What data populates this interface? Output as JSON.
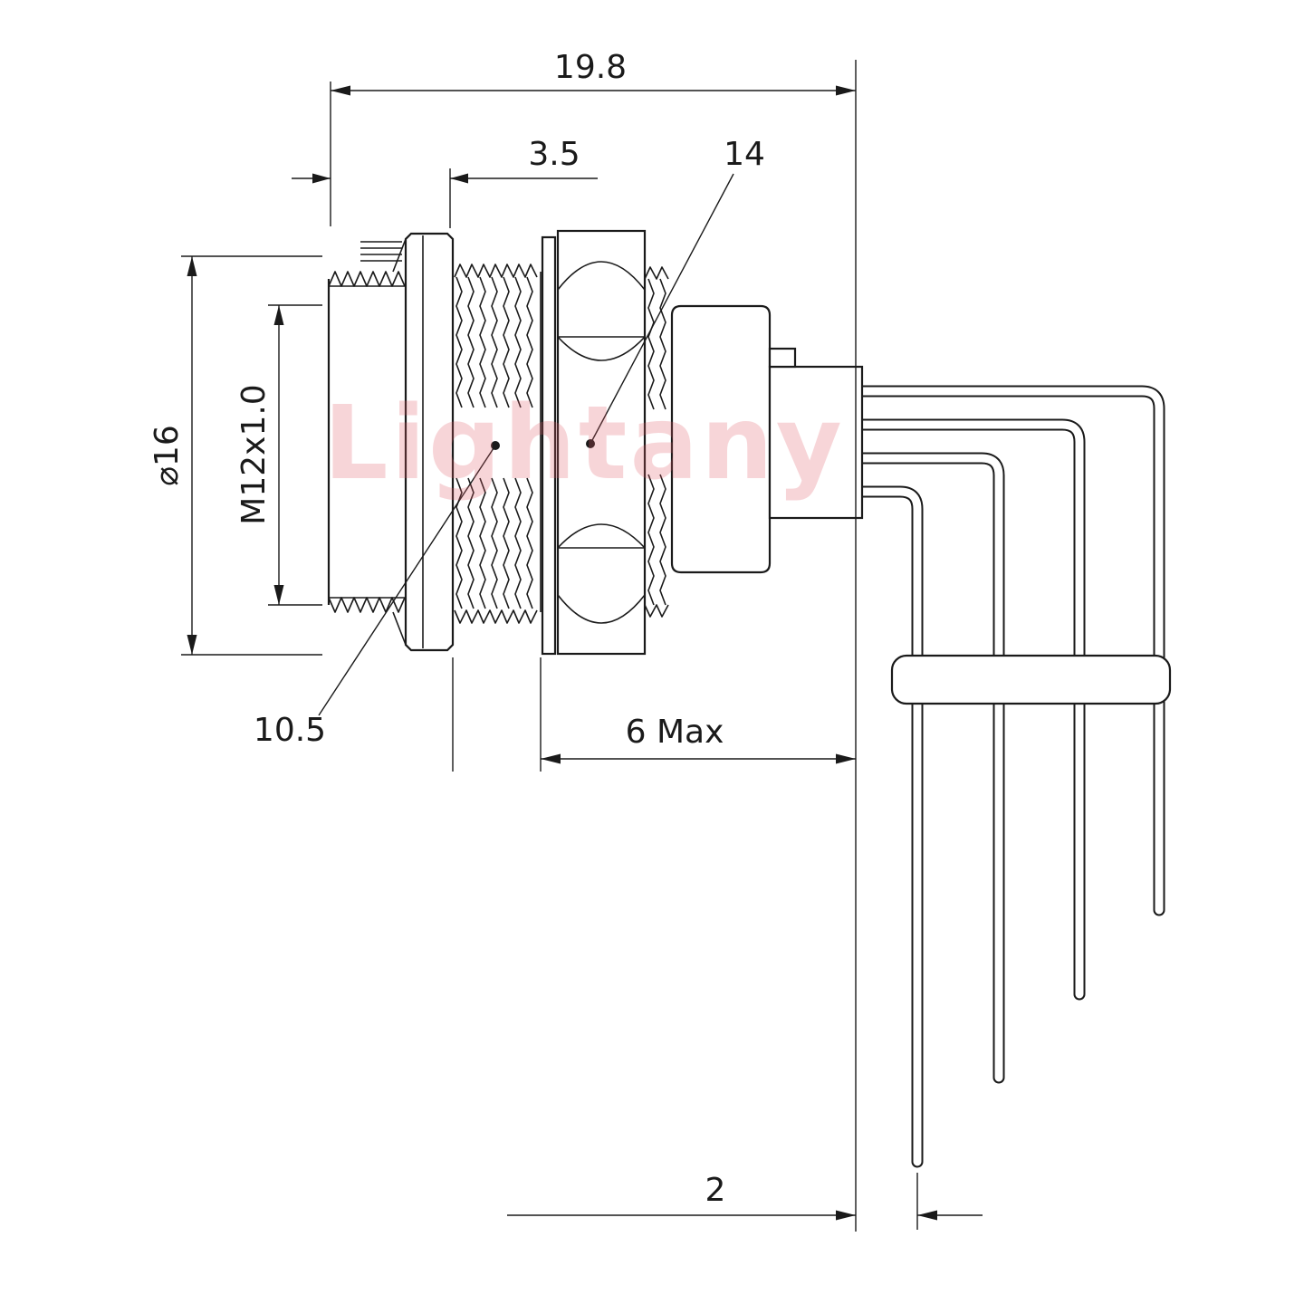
{
  "watermark": {
    "text": "Lightany"
  },
  "dimensions": {
    "overall_length": "19.8",
    "front_length": "3.5",
    "hex_width": "14",
    "shell_diameter": "⌀16",
    "thread_spec": "M12x1.0",
    "thread_length": "10.5",
    "panel_thickness_max": "6 Max",
    "pin_offset": "2"
  }
}
